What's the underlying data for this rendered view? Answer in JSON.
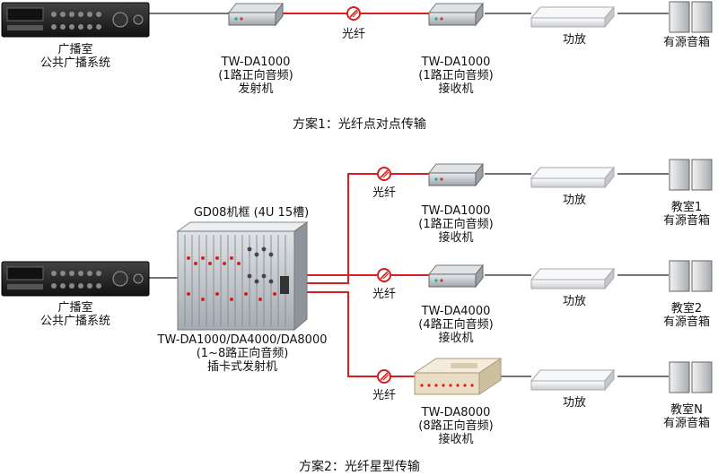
{
  "scheme1": {
    "title": "方案1：光纤点对点传输",
    "source": {
      "line1": "广播室",
      "line2": "公共广播系统"
    },
    "transmitter": {
      "model": "TW-DA1000",
      "spec": "(1路正向音频)",
      "role": "发射机"
    },
    "fiber_label": "光纤",
    "receiver": {
      "model": "TW-DA1000",
      "spec": "(1路正向音频)",
      "role": "接收机"
    },
    "amp_label": "功放",
    "speaker_label": "有源音箱"
  },
  "scheme2": {
    "title": "方案2：光纤星型传输",
    "chassis_label": "GD08机框 (4U 15槽)",
    "source": {
      "line1": "广播室",
      "line2": "公共广播系统"
    },
    "transmitter": {
      "model": "TW-DA1000/DA4000/DA8000",
      "spec": "(1~8路正向音频)",
      "role": "插卡式发射机"
    },
    "branches": [
      {
        "fiber_label": "光纤",
        "model": "TW-DA1000",
        "spec": "(1路正向音频)",
        "role": "接收机",
        "amp_label": "功放",
        "room": "教室1",
        "speaker": "有源音箱"
      },
      {
        "fiber_label": "光纤",
        "model": "TW-DA4000",
        "spec": "(4路正向音频)",
        "role": "接收机",
        "amp_label": "功放",
        "room": "教室2",
        "speaker": "有源音箱"
      },
      {
        "fiber_label": "光纤",
        "model": "TW-DA8000",
        "spec": "(8路正向音频)",
        "role": "接收机",
        "amp_label": "功放",
        "room": "教室N",
        "speaker": "有源音箱"
      }
    ]
  },
  "colors": {
    "fiber": "#d81e1e",
    "cable": "#222222",
    "device_dark": "#2a2a2a",
    "device_gray": "#b9bec4"
  }
}
